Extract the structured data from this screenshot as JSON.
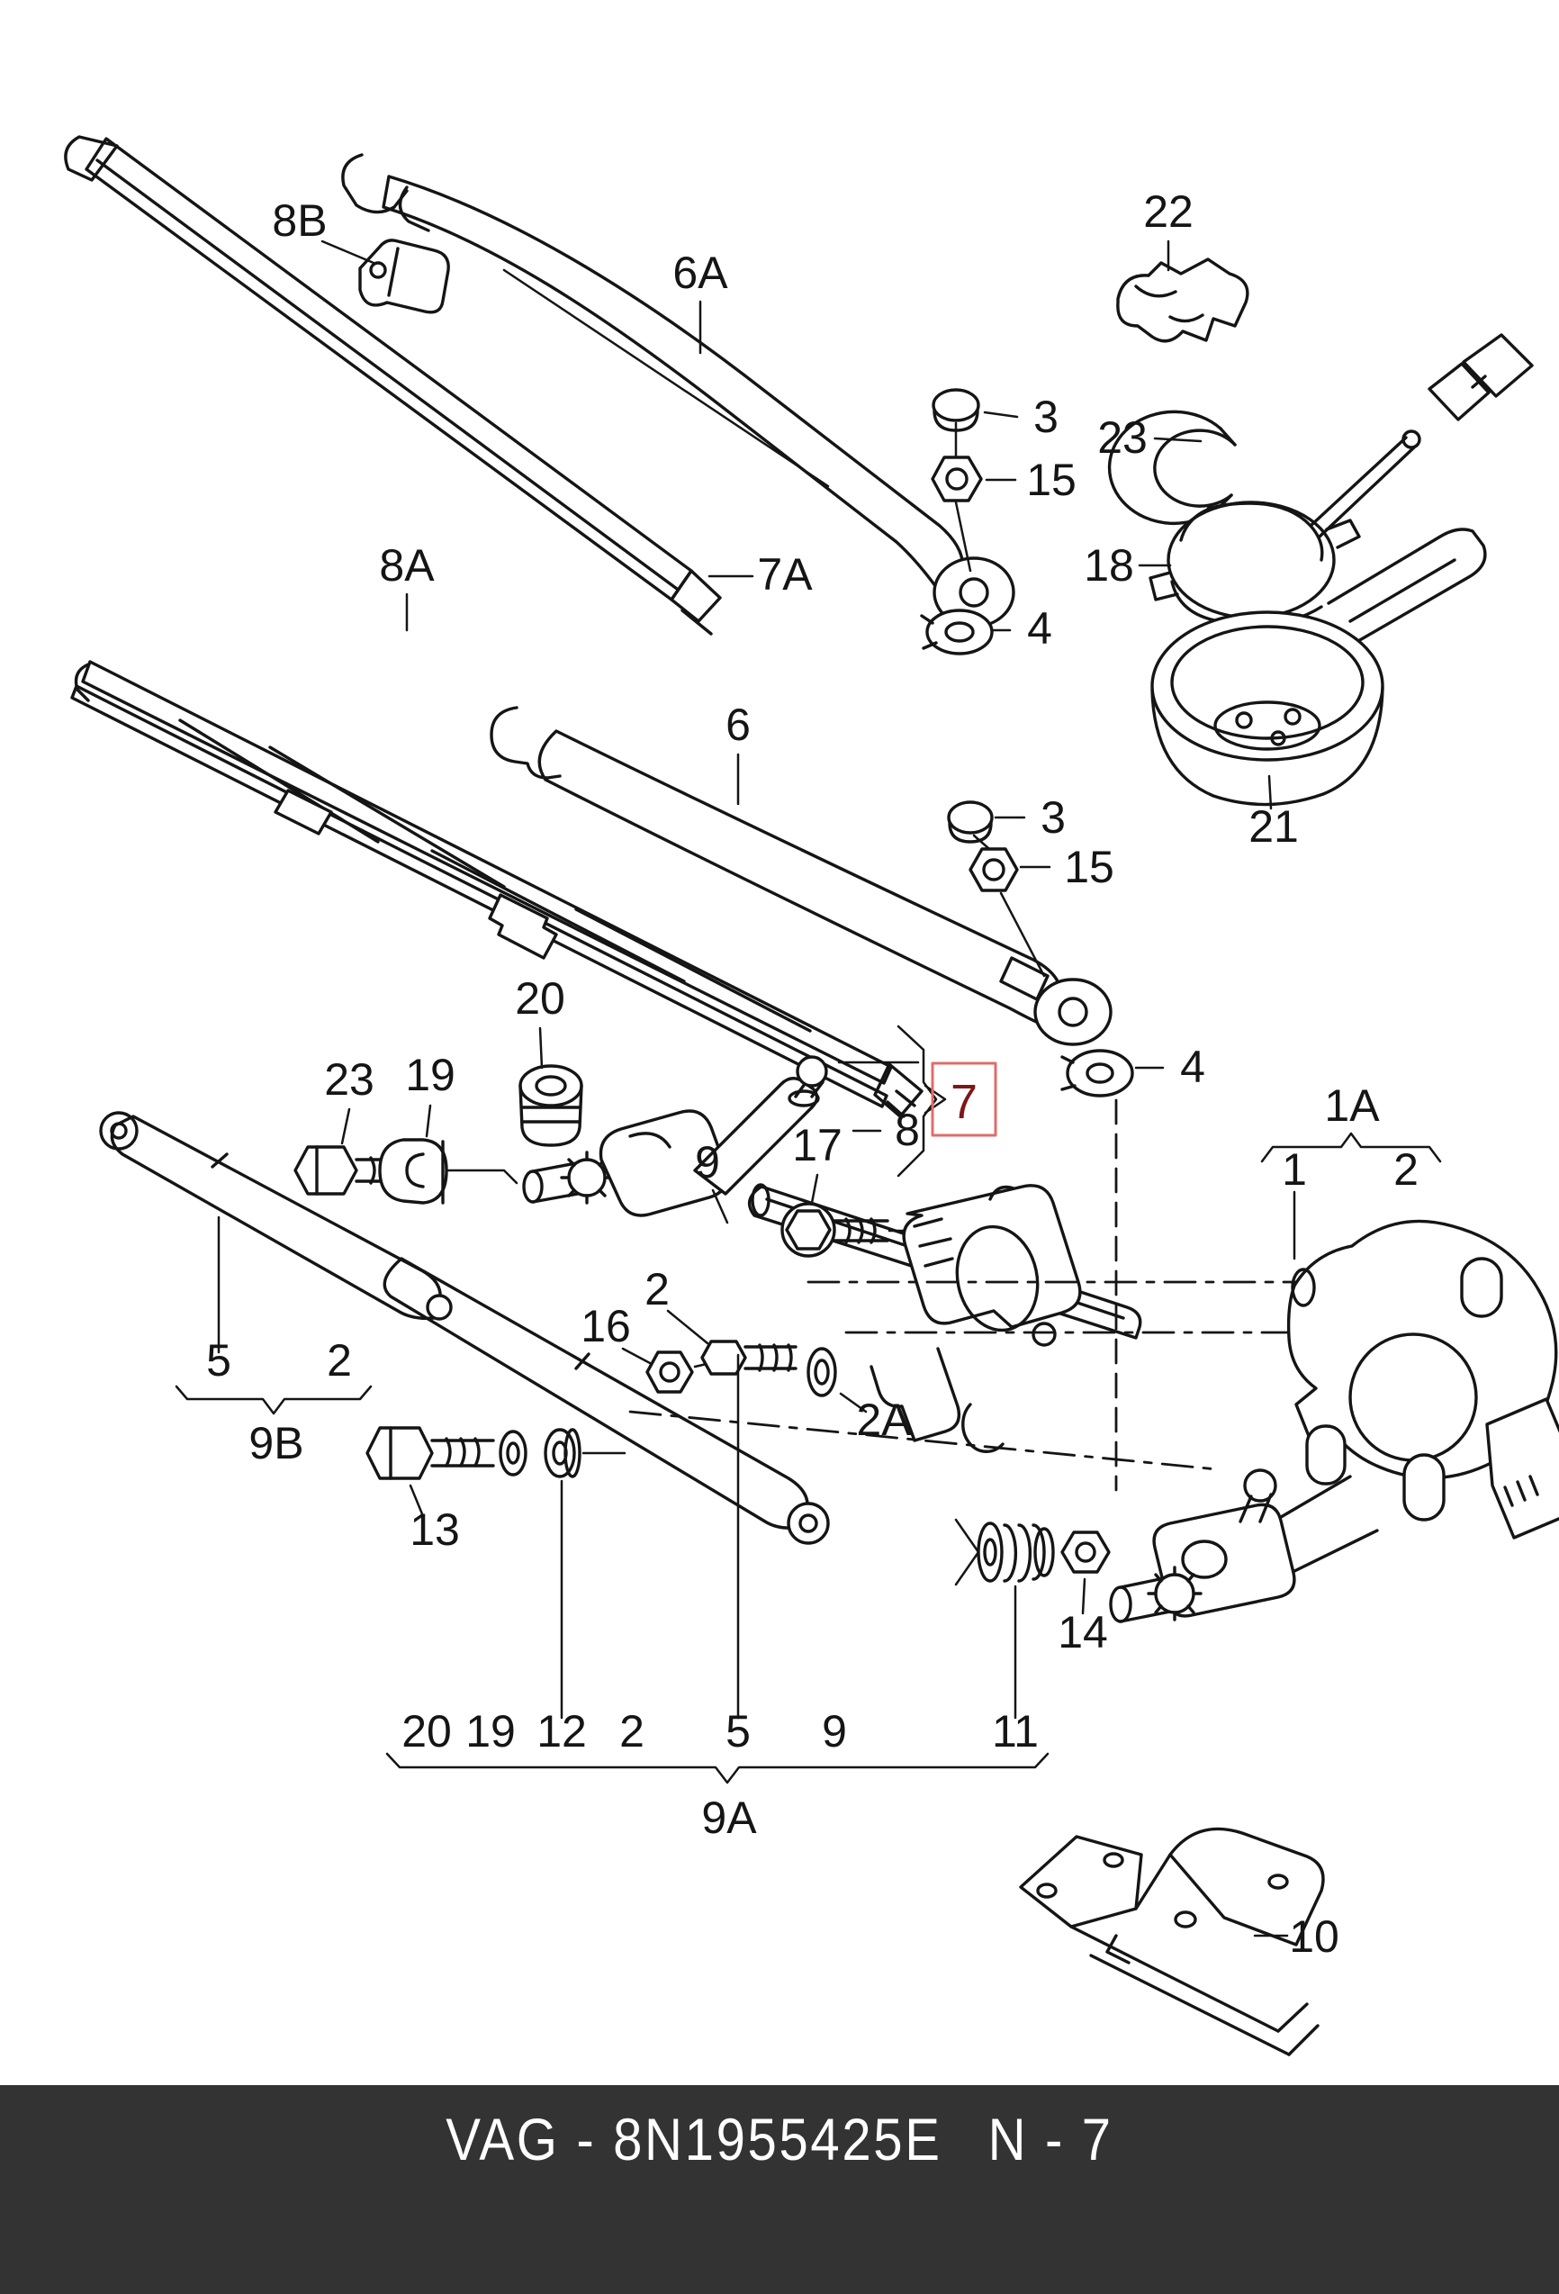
{
  "diagram": {
    "type": "exploded-parts-diagram",
    "subject": "Windscreen wiper system - wiper blades, wiper arms, linkage frame and wiper motor",
    "background": "#ffffff",
    "line_color": "#151515",
    "highlight": {
      "label": "7",
      "fill": "#f59090",
      "border": "#e06c6c",
      "text_color": "#7f1717"
    },
    "callouts": {
      "top_blade_clip": "8B",
      "top_arm": "6A",
      "top_cap": "3",
      "top_nut": "15",
      "top_blade": "7A",
      "top_pivot_cover": "4",
      "mid_clip": "8A",
      "mid_arm": "6",
      "mid_cap": "3",
      "mid_nut": "15",
      "mid_pivot_cover": "4",
      "blade_end": "8",
      "clamp_22": "22",
      "retaining_ring_23": "23",
      "sensor_18": "18",
      "holder_21": "21",
      "grommet_20": "20",
      "bolt_23": "23",
      "bushing_19": "19",
      "link_tube_9": "9",
      "screw_17": "17",
      "motor_group": "1A",
      "motor_item_1": "1",
      "motor_item_2": "2",
      "left_arm_item_5": "5",
      "left_arm_item_2": "2",
      "left_arm_group": "9B",
      "bolt_13": "13",
      "rod_item_2": "2",
      "nut_16": "16",
      "washer_2A": "2A",
      "nut_14": "14",
      "row_20": "20",
      "row_19": "19",
      "row_12": "12",
      "row_2": "2",
      "row_5": "5",
      "row_9": "9",
      "row_11": "11",
      "linkage_group": "9A",
      "bracket_10": "10"
    }
  },
  "footer": {
    "text_left": "VAG - 8N1955425E",
    "text_right": "N - 7",
    "brand": "VAG",
    "part_number": "8N1955425E",
    "page_ref": "N - 7",
    "bar_color": "#333333",
    "text_color": "#ffffff"
  }
}
